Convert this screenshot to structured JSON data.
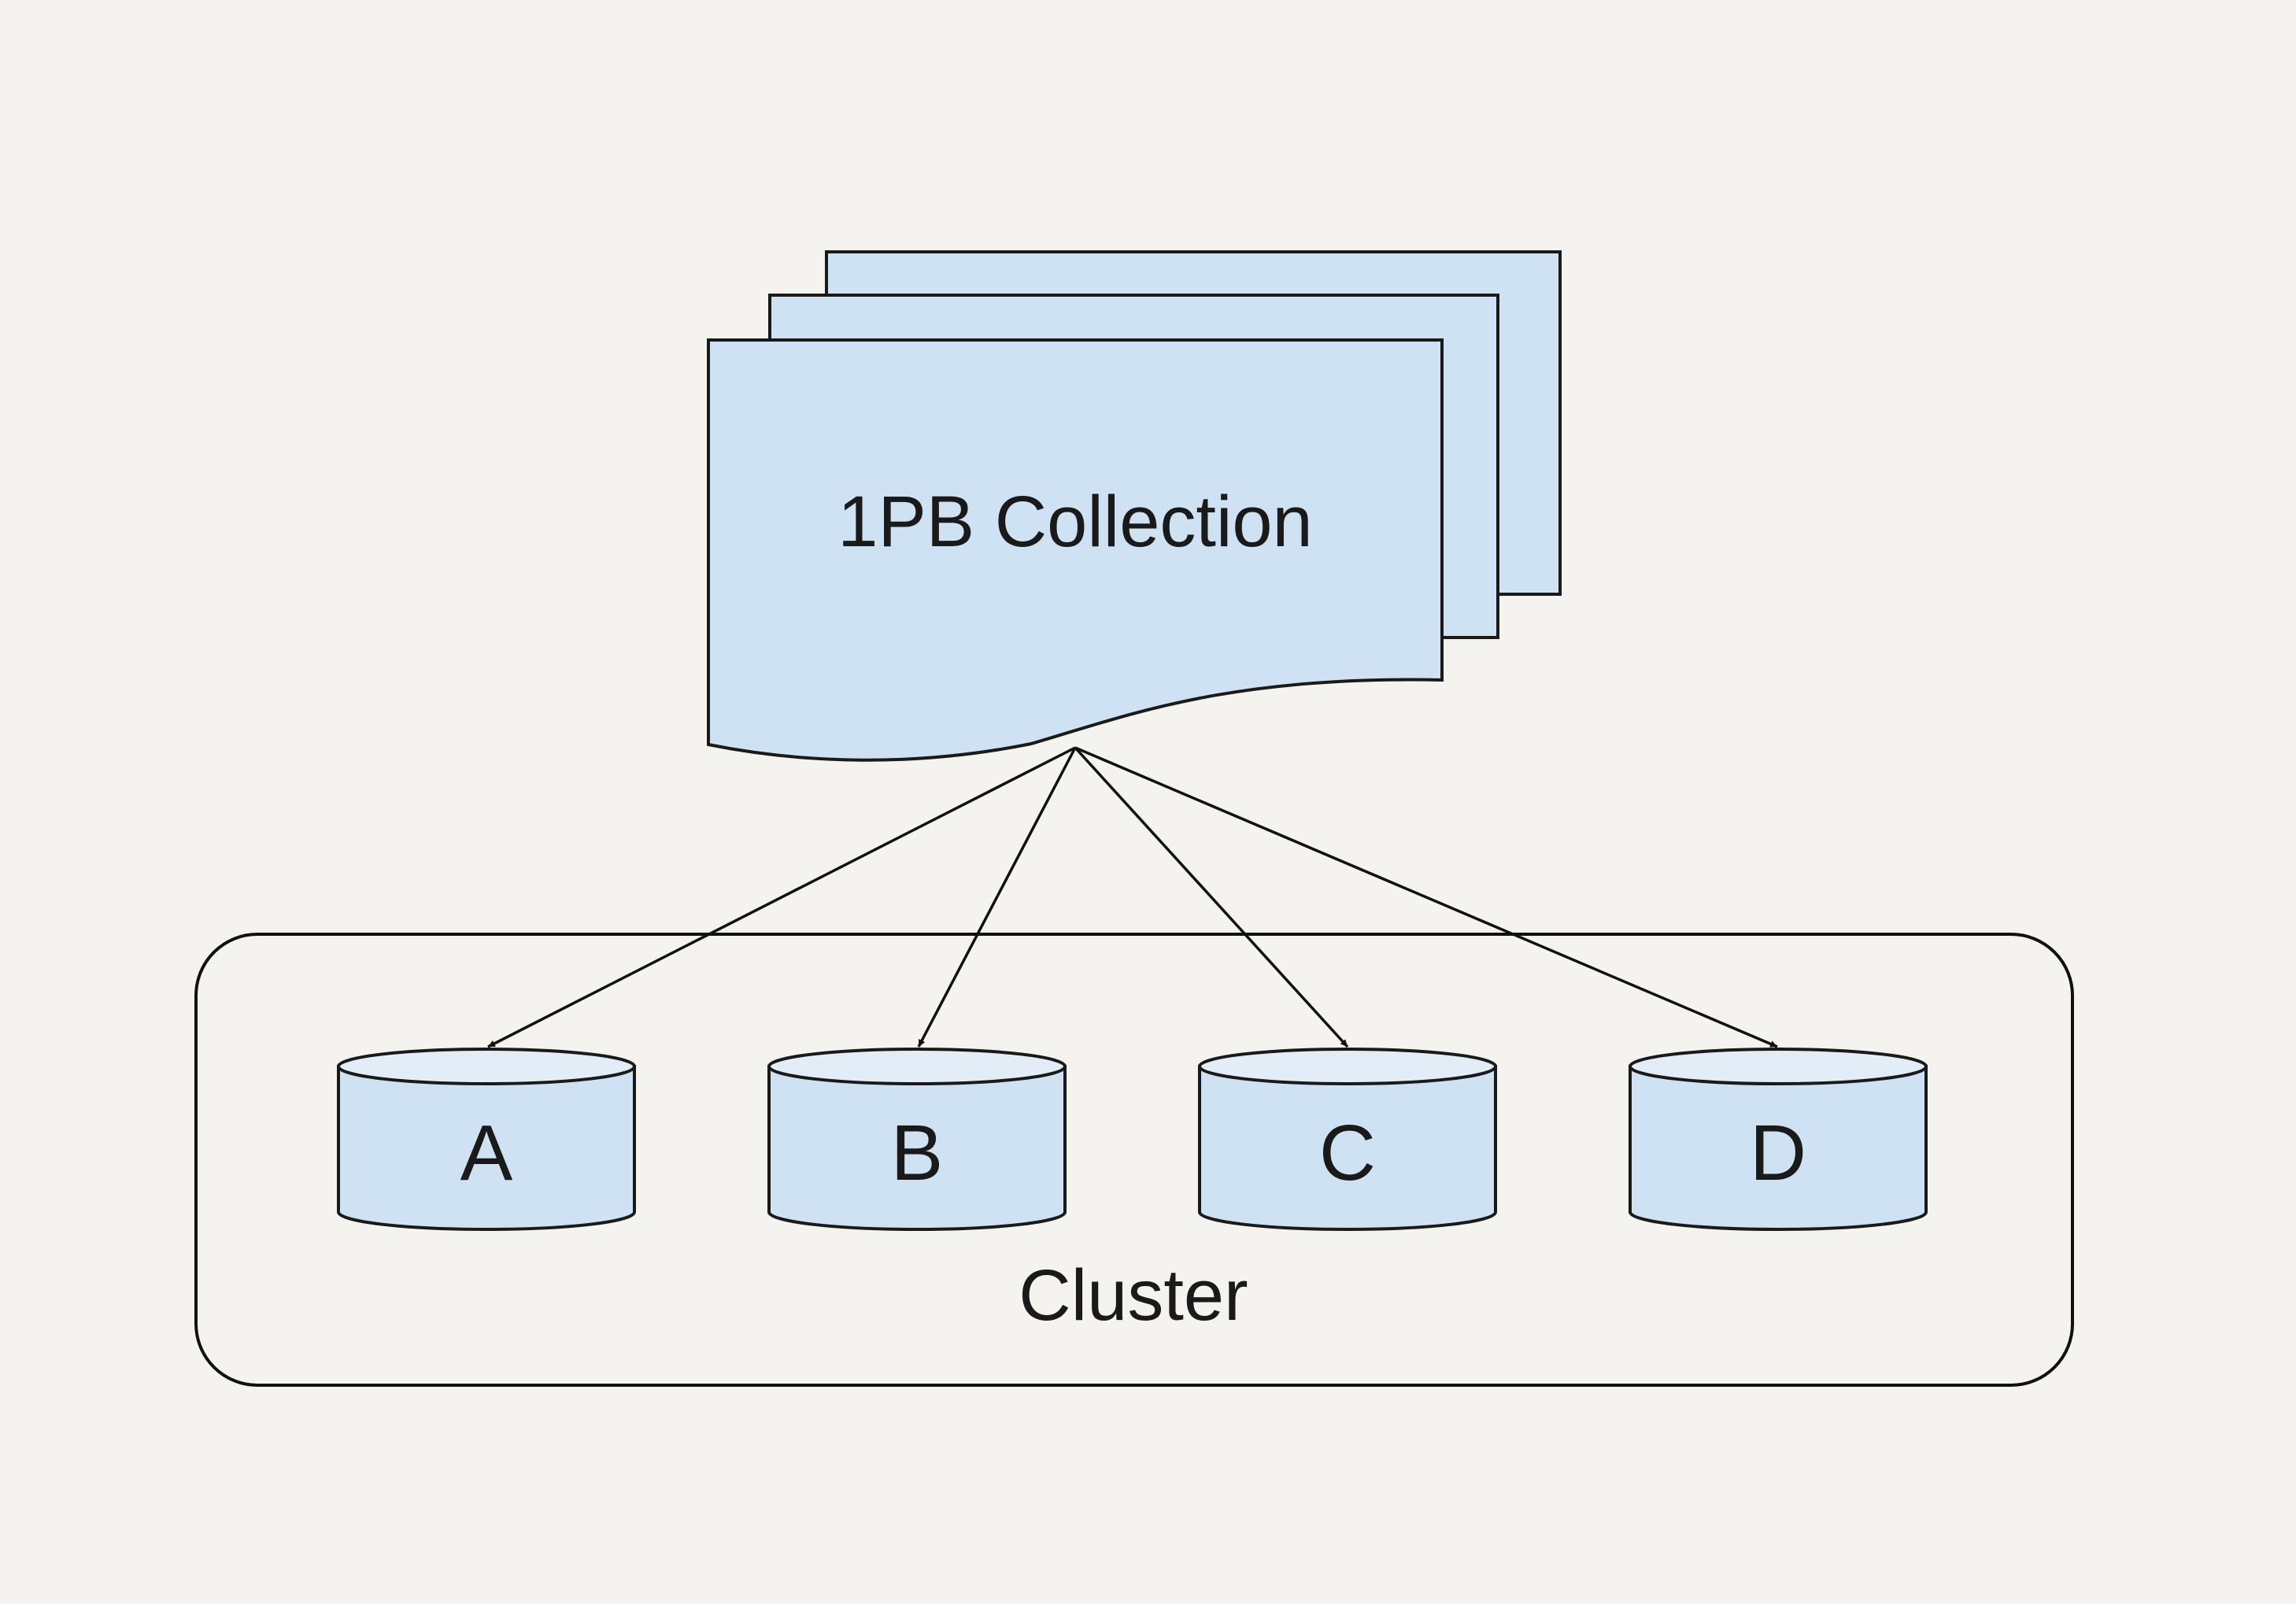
{
  "colors": {
    "background": "#f4f3ef",
    "shape_fill": "#cfe2f3",
    "shape_top_fill": "#e3edf8",
    "stroke": "#1a1a1a"
  },
  "collection": {
    "label": "1PB Collection",
    "icon": "stacked-documents-icon"
  },
  "cluster": {
    "label": "Cluster",
    "nodes": [
      {
        "id": "a",
        "label": "A",
        "icon": "database-icon"
      },
      {
        "id": "b",
        "label": "B",
        "icon": "database-icon"
      },
      {
        "id": "c",
        "label": "C",
        "icon": "database-icon"
      },
      {
        "id": "d",
        "label": "D",
        "icon": "database-icon"
      }
    ]
  },
  "edges": [
    {
      "from": "collection",
      "to": "a"
    },
    {
      "from": "collection",
      "to": "b"
    },
    {
      "from": "collection",
      "to": "c"
    },
    {
      "from": "collection",
      "to": "d"
    }
  ]
}
